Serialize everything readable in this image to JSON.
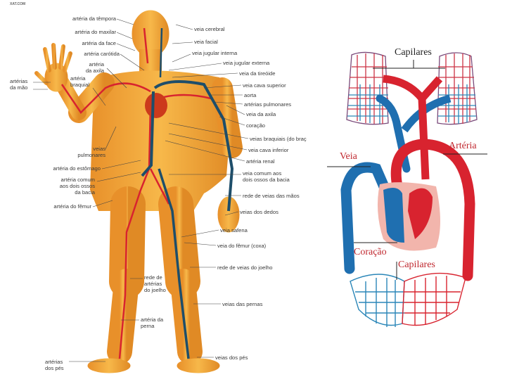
{
  "watermark": "XAT.COM",
  "body_diagram": {
    "left_labels": [
      "artéria da têmpora",
      "artéria do maxilar",
      "artéria da face",
      "artéria carótida",
      "artéria\nda axila",
      "artérias\nda mão",
      "artéria\nbraquial",
      "veias\npulmonares",
      "artéria do estômago",
      "artéria comum\naos dois ossos\nda bacia",
      "artéria do fêmur",
      "rede de\nartérias\ndo joelho",
      "artéria da\nperna",
      "artérias\ndos pés"
    ],
    "right_labels": [
      "veia cerebral",
      "veia facial",
      "veia jugular interna",
      "veia jugular externa",
      "veia da tireóide",
      "veia cava superior",
      "aorta",
      "artérias pulmonares",
      "veia da axila",
      "coração",
      "veias braquiais (do braç",
      "veia cava inferior",
      "artéria renal",
      "veia comum aos\ndois ossos da bacia",
      "rede de veias das mãos",
      "veias dos dedos",
      "veia safena",
      "veia do fêmur (coxa)",
      "rede de veias do joelho",
      "veias das pernas",
      "veias dos pés"
    ]
  },
  "circulation_diagram": {
    "capilares_top": "Capilares",
    "veia": "Veia",
    "arteria": "Artéria",
    "coracao": "Coração",
    "capilares_bottom": "Capilares"
  },
  "colors": {
    "artery": "#d8232f",
    "vein": "#1f6fb0",
    "skin": "#f0a43a",
    "label_red": "#c0282f"
  }
}
